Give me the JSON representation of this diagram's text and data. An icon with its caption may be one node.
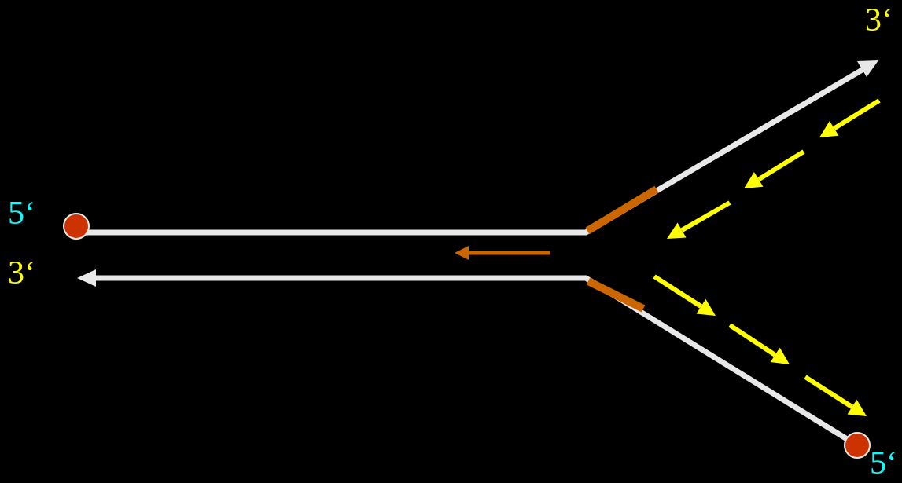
{
  "diagram": {
    "labels": [
      "3‘",
      "5‘",
      "3‘",
      "5‘"
    ]
  }
}
